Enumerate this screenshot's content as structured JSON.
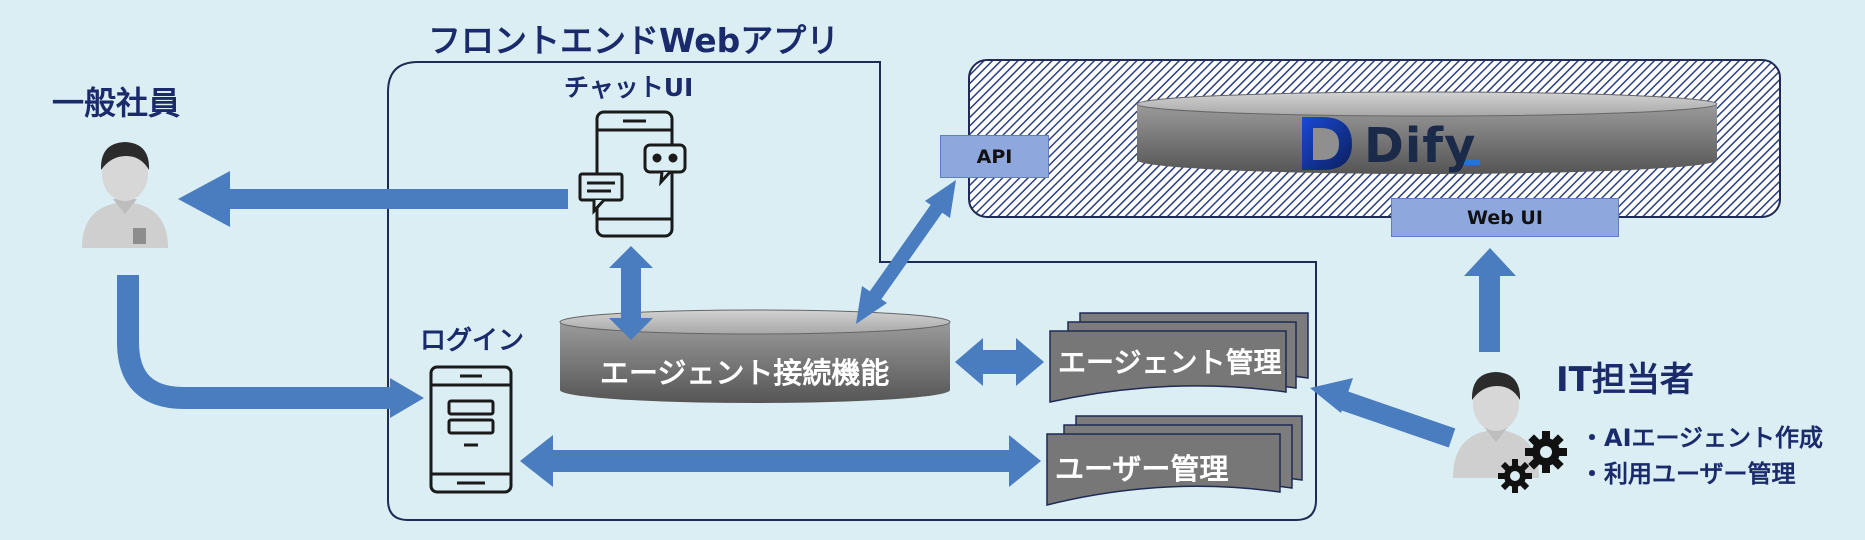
{
  "frontend": {
    "title": "フロントエンドWebアプリ"
  },
  "chat_ui": {
    "label": "チャットUI"
  },
  "login": {
    "label": "ログイン"
  },
  "connector": {
    "label": "エージェント接続機能"
  },
  "agent_mgmt": {
    "label": "エージェント管理"
  },
  "user_mgmt": {
    "label": "ユーザー管理"
  },
  "employee": {
    "label": "一般社員"
  },
  "it_staff": {
    "label": "IT担当者",
    "tasks": [
      "・AIエージェント作成",
      "・利用ユーザー管理"
    ]
  },
  "dify": {
    "logo_text": "Dify",
    "api_label": "API",
    "webui_label": "Web UI"
  },
  "colors": {
    "arrow": "#4a7cc0",
    "title": "#1b2a6b",
    "panel": "#8ea7dc",
    "cylinder": "#7a7a7a",
    "background": "#daeef4"
  }
}
